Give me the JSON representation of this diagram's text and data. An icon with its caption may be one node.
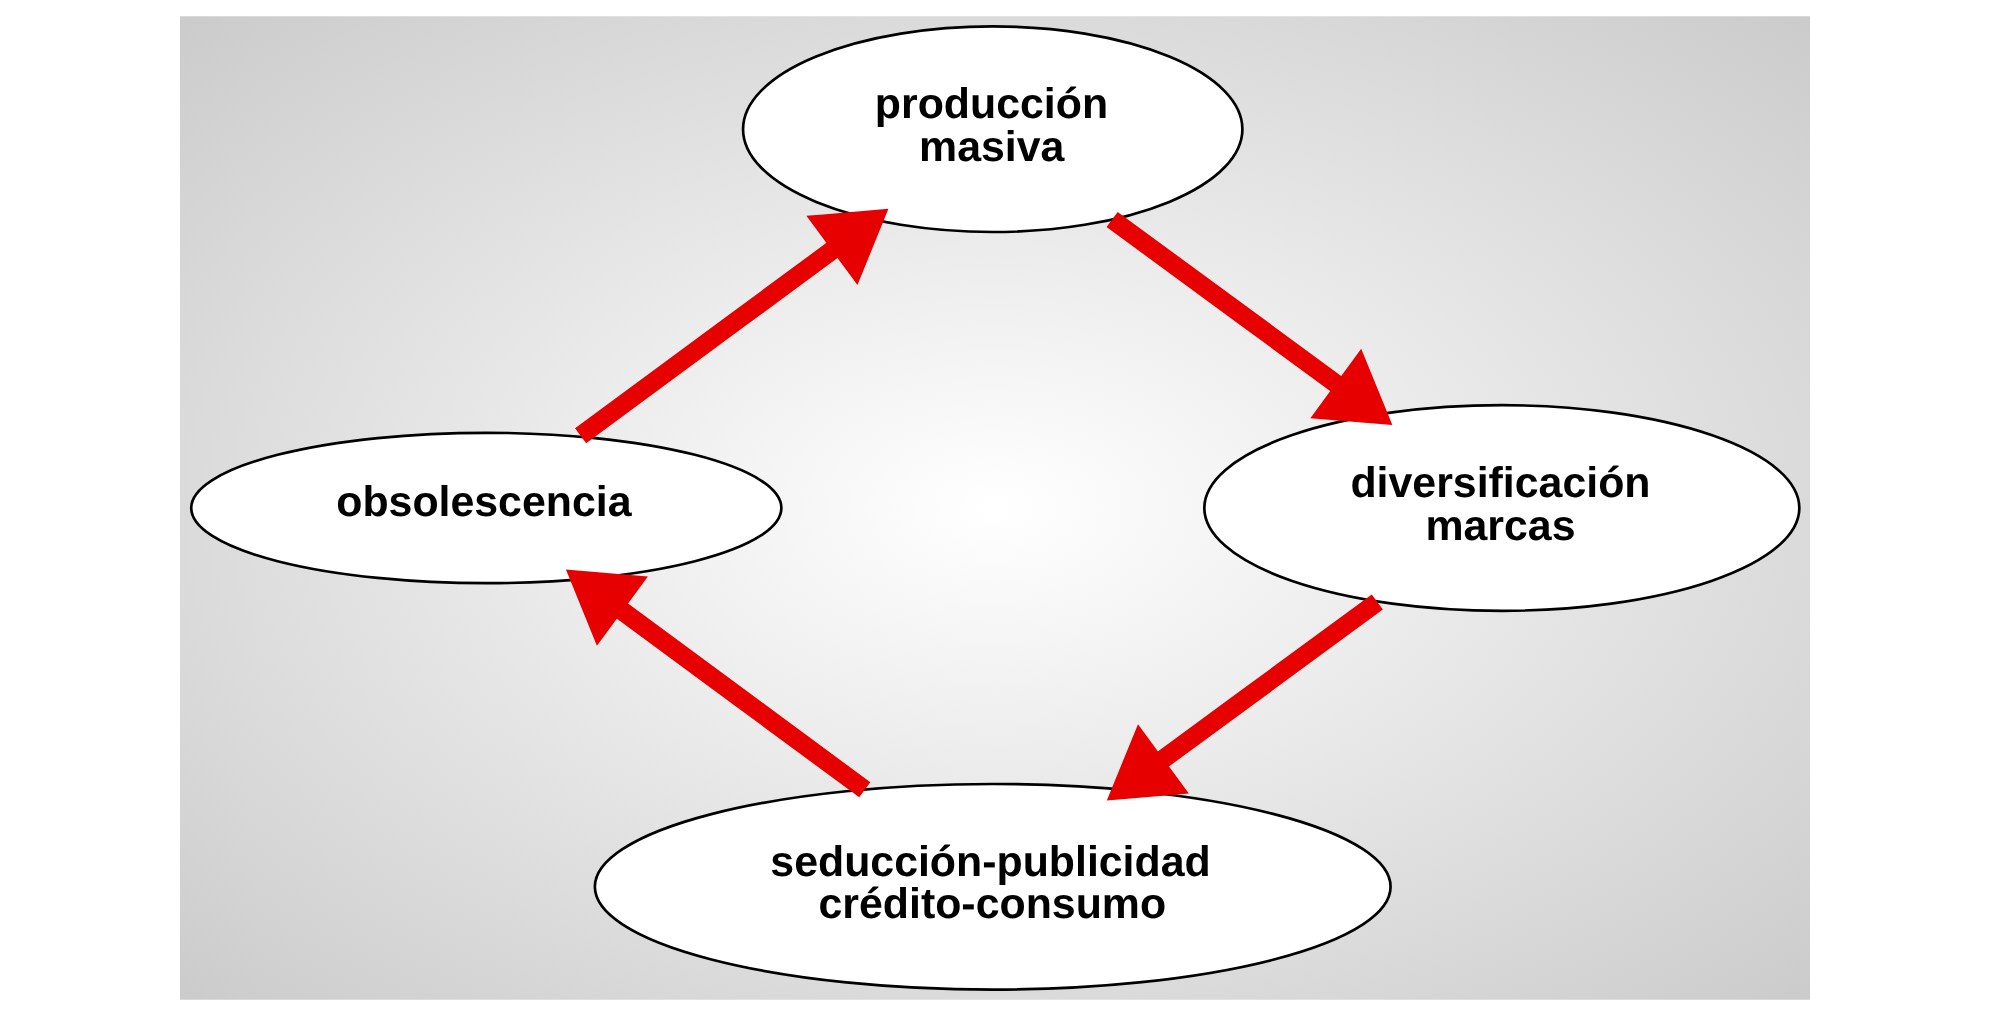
{
  "diagram": {
    "nodes": [
      {
        "text": [
          "producción masiva"
        ]
      },
      {
        "text": [
          "diversificación marcas"
        ]
      },
      {
        "text": [
          "seducción-publicidad crédito-consumo"
        ]
      },
      {
        "text": [
          "obsolescencia"
        ]
      }
    ],
    "edges": [
      {
        "from": 0,
        "to": 1,
        "arrow": "to"
      },
      {
        "from": 1,
        "to": 2,
        "arrow": "to"
      },
      {
        "from": 2,
        "to": 3,
        "arrow": "to"
      },
      {
        "from": 3,
        "to": 0,
        "arrow": "to"
      }
    ]
  }
}
